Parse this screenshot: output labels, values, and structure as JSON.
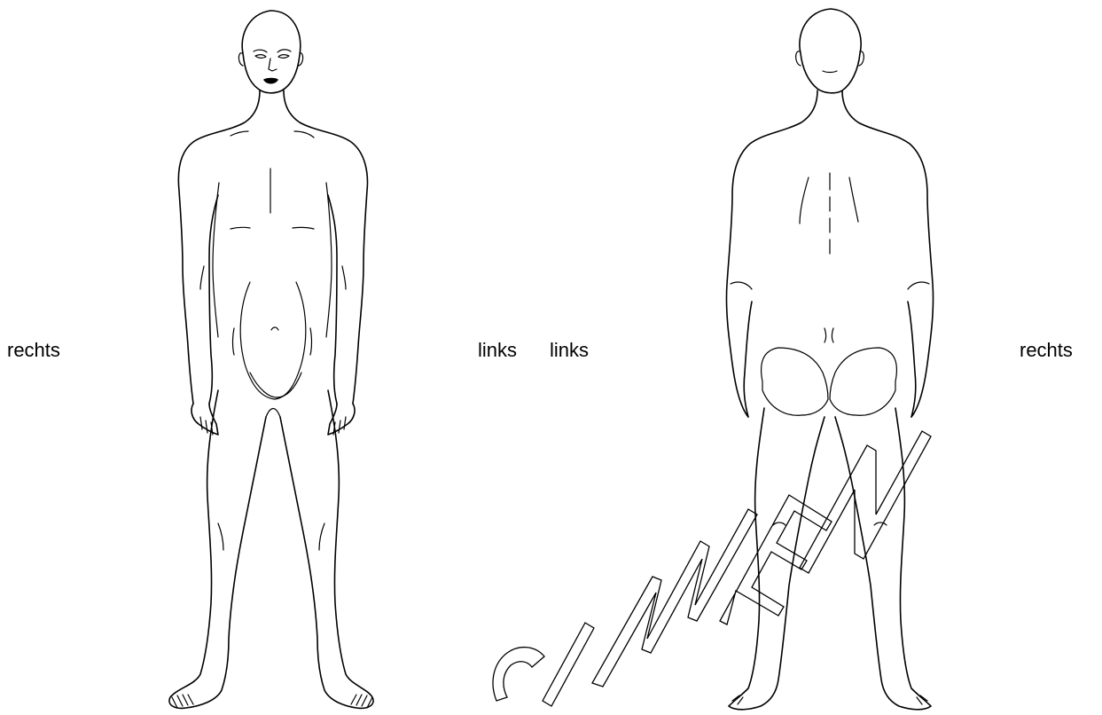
{
  "labels": {
    "front_right": "rechts",
    "front_left": "links",
    "back_left": "links",
    "back_right": "rechts"
  },
  "watermark": {
    "text": "SPECIMEN",
    "visible_fragment": "CIMEN"
  },
  "figures": {
    "front_icon": "human-body-front-outline",
    "back_icon": "human-body-back-outline"
  },
  "colors": {
    "line": "#000000",
    "background": "#ffffff"
  }
}
